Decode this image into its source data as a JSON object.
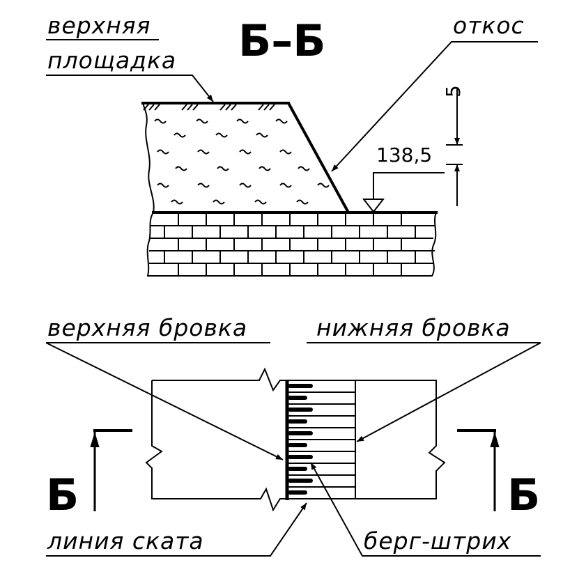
{
  "section": {
    "title": "Б–Б",
    "labels": {
      "upper_platform_line1": "верхняя",
      "upper_platform_line2": "площадка",
      "slope": "откос",
      "elevation": "138,5",
      "dimension": "5"
    }
  },
  "plan": {
    "labels": {
      "upper_edge": "верхняя бровка",
      "lower_edge": "нижняя бровка",
      "slope_line": "линия ската",
      "berg_stroke": "берг-штрих",
      "section_mark_left": "Б",
      "section_mark_right": "Б"
    }
  }
}
